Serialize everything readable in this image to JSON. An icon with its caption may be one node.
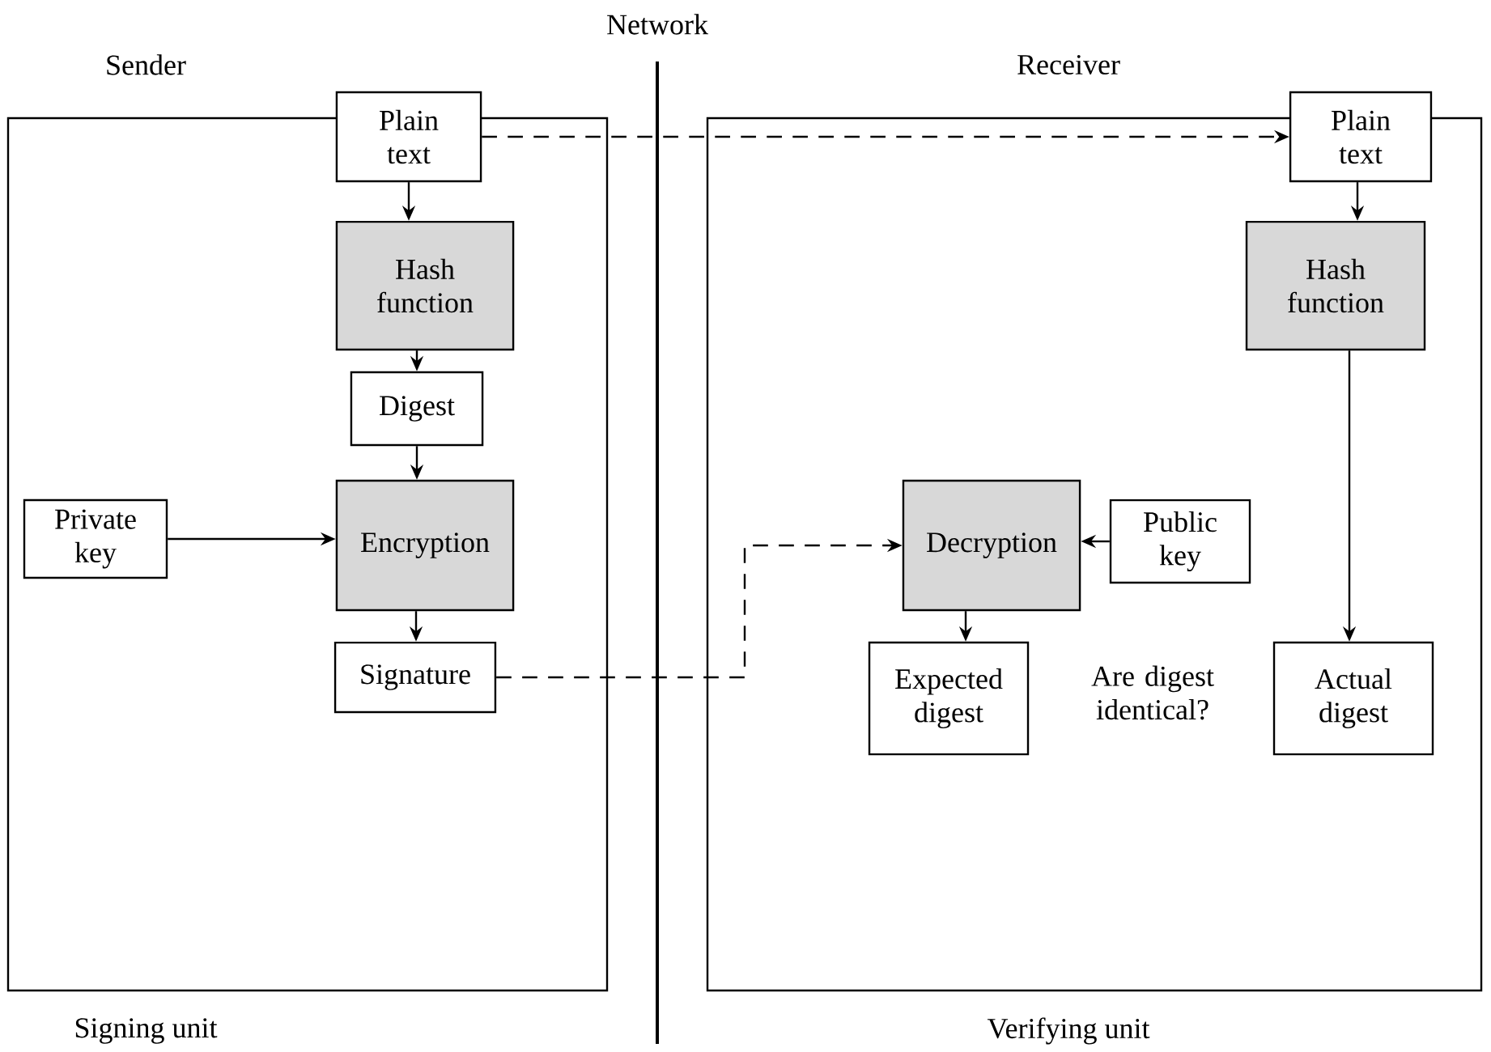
{
  "diagram": {
    "nodes": [
      {
        "text": [
          "Sender"
        ],
        "beside": [
          "Signing unit"
        ]
      },
      {
        "text": [
          "Receiver"
        ],
        "beside": [
          "Verifying unit"
        ]
      },
      {
        "text": [
          "Plain text"
        ]
      },
      {
        "text": [
          "Hash function"
        ],
        "in": 0
      },
      {
        "text": [
          "Digest"
        ],
        "in": 0
      },
      {
        "text": [
          "Encryption"
        ],
        "in": 0
      },
      {
        "text": [
          "Private key"
        ],
        "in": 0
      },
      {
        "text": [
          "Signature"
        ],
        "in": 0
      },
      {
        "text": [
          "Plain text"
        ]
      },
      {
        "text": [
          "Hash function"
        ],
        "in": 1
      },
      {
        "text": [
          "Decryption"
        ],
        "in": 1
      },
      {
        "text": [
          "Public key"
        ],
        "in": 1
      },
      {
        "text": [
          "Expected digest"
        ],
        "in": 1
      },
      {
        "text": [
          "Actual digest"
        ],
        "in": 1
      }
    ],
    "edges": [
      {
        "from": 2,
        "to": 3,
        "arrow": "to"
      },
      {
        "from": 3,
        "to": 4,
        "arrow": "to"
      },
      {
        "from": 4,
        "to": 5,
        "arrow": "to"
      },
      {
        "from": 6,
        "to": 5,
        "arrow": "to"
      },
      {
        "from": 5,
        "to": 7,
        "arrow": "to"
      },
      {
        "from": 2,
        "to": 8,
        "arrow": "to",
        "style": "dashed"
      },
      {
        "from": 7,
        "to": 10,
        "arrow": "to",
        "style": "dashed"
      },
      {
        "from": 8,
        "to": 9,
        "arrow": "to"
      },
      {
        "from": 9,
        "to": 13,
        "arrow": "to"
      },
      {
        "from": 11,
        "to": 10,
        "arrow": "to"
      },
      {
        "from": 10,
        "to": 12,
        "arrow": "to"
      }
    ],
    "labels": [
      "Network",
      "Are digest identical?"
    ]
  }
}
